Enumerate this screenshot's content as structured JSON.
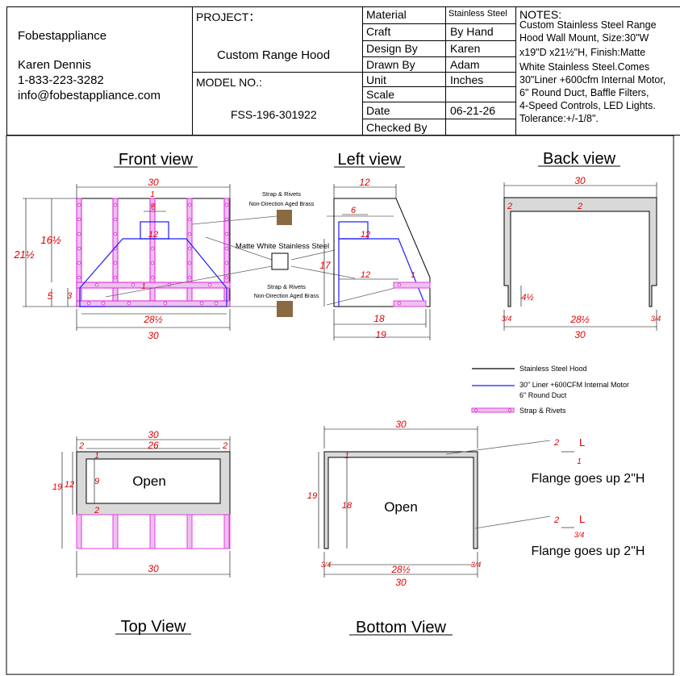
{
  "company": {
    "name": "Fobestappliance",
    "contact_name": "Karen Dennis",
    "phone": "1-833-223-3282",
    "email": "info@fobestappliance.com"
  },
  "project": {
    "label": "PROJECT：",
    "value": "Custom Range Hood",
    "model_label": "MODEL NO.:",
    "model_value": "FSS-196-301922"
  },
  "specs": [
    {
      "label": "Material",
      "value": "Stainless Steel"
    },
    {
      "label": "Craft",
      "value": "By Hand"
    },
    {
      "label": "Design By",
      "value": "Karen"
    },
    {
      "label": "Drawn By",
      "value": "Adam"
    },
    {
      "label": "Unit",
      "value": "Inches"
    },
    {
      "label": "Scale",
      "value": ""
    },
    {
      "label": "Date",
      "value": "06-21-26"
    },
    {
      "label": "Checked By",
      "value": ""
    }
  ],
  "notes": {
    "label": "NOTES:",
    "lines": [
      "Custom Stainless Steel Range",
      "Hood Wall Mount, Size:30\"W",
      "x19\"D x21½\"H, Finish:Matte",
      "White Stainless Steel.Comes",
      "30\"Liner +600cfm Internal Motor,",
      "6\" Round Duct, Baffle Filters,",
      "4-Speed Controls, LED Lights.",
      "Tolerance:+/-1/8\"."
    ]
  },
  "views": {
    "front": "Front view",
    "left": "Left view",
    "back": "Back view",
    "top": "Top View",
    "bottom": "Bottom View"
  },
  "callouts": {
    "strap_title": "Strap & Rivets",
    "strap_sub": "Non-Direction Aged Brass",
    "matte": "Matte White Stainless Steel",
    "open_top": "Open",
    "open_bottom": "Open",
    "flange1": "Flange goes up 2\"H",
    "flange2": "Flange goes up 2\"H"
  },
  "legend": [
    {
      "label": "Stainless Steel Hood",
      "color": "#000000"
    },
    {
      "label": "30\" Liner +600CFM Internal Motor",
      "color": "#1a1aff"
    },
    {
      "label": "6\" Round Duct",
      "color": "#1a1aff"
    },
    {
      "label": "Strap & Rivets",
      "color": "#e040e0"
    }
  ],
  "dims": {
    "w30": "30",
    "w26": "26",
    "w18": "18",
    "w19": "19",
    "w12": "12",
    "w6": "6",
    "h21": "21½",
    "h16": "16½",
    "h5": "5",
    "h3": "3",
    "h17": "17",
    "h4": "4½",
    "w28": "28½",
    "q34": "3/4",
    "d2": "2",
    "d1": "1",
    "d9": "9",
    "L": "L"
  },
  "colors": {
    "dim": "#e00000",
    "strap": "#e040e0",
    "liner": "#1a1aff",
    "brass": "#8a6a40",
    "panel": "#d9d9d9"
  }
}
